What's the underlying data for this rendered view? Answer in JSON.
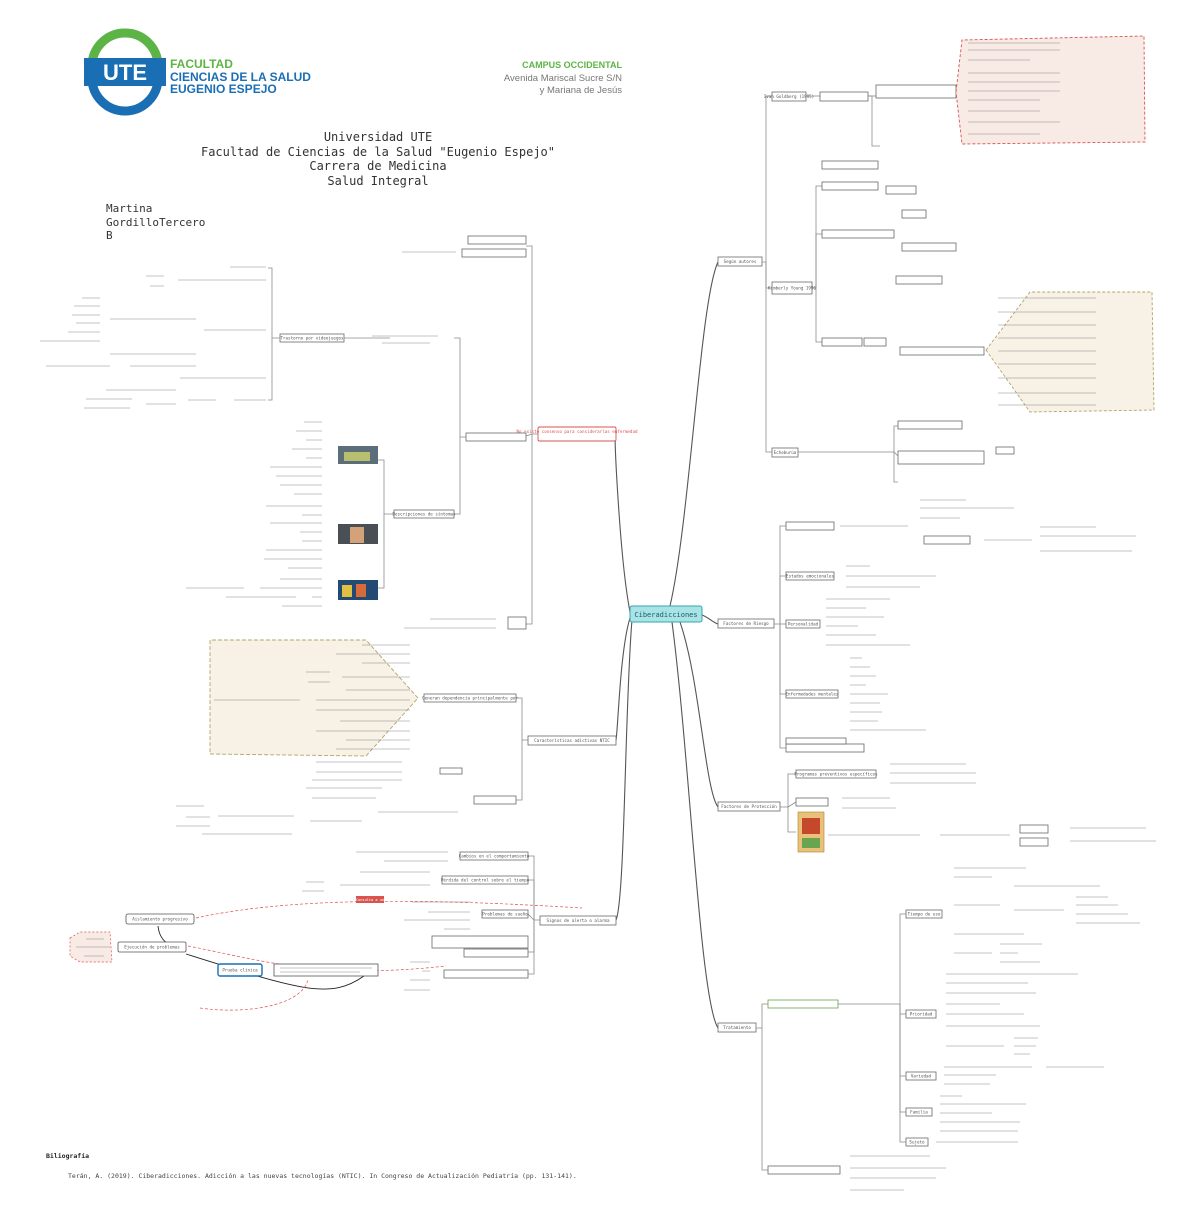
{
  "header": {
    "logo_letters": "UTE",
    "faculty_line1": "FACULTAD",
    "faculty_line2": "CIENCIAS DE LA SALUD",
    "faculty_line3": "EUGENIO ESPEJO",
    "campus": "CAMPUS OCCIDENTAL",
    "address_line1": "Avenida Mariscal Sucre S/N",
    "address_line2": "y Mariana de Jesús"
  },
  "title_block": {
    "line1": "Universidad UTE",
    "line2": "Facultad de Ciencias de la Salud \"Eugenio Espejo\"",
    "line3": "Carrera de Medicina",
    "line4": "Salud Integral"
  },
  "author": {
    "line1": "Martina",
    "line2": "GordilloTercero",
    "line3": "B"
  },
  "central_node": "Ciberadicciones",
  "branches": {
    "right": [
      "Según autores",
      "Factores de Riesgo",
      "Factores de Protección",
      "Tratamiento"
    ],
    "left": [
      "No existe consenso para considerarlas enfermedad",
      "Características adictivas NTIC",
      "Signos de alerta o alarma"
    ]
  },
  "right_sub": {
    "autores": [
      "Ivan Goldberg (1995)",
      "Kimberly Young 1996",
      "Echeburúa"
    ],
    "riesgo": [
      "Estados emocionales",
      "Personalidad",
      "Enfermedades mentales"
    ],
    "proteccion": [
      "Programas preventivos específicos"
    ],
    "tratamiento": [
      "Tiempo de uso",
      "Prioridad",
      "Variedad",
      "Familia",
      "Sujeto"
    ]
  },
  "left_sub": {
    "consenso": [
      "Trastorno por videojuegos",
      "Descripciones de síntomas"
    ],
    "caracteristicas": [
      "Generan dependencia principalmente por"
    ],
    "alerta": [
      "Cambios en el comportamiento",
      "Pérdida del control sobre el tiempo",
      "Problemas de sueño"
    ]
  },
  "left_notes": {
    "progressive": "Aislamiento progresivo",
    "tool": "Prueba clínica",
    "sub_problems": "Ejecución de problemas",
    "badge": "Consulta a un"
  },
  "bibliography": {
    "heading": "Biliografía",
    "reference": "Terán, A. (2019). Ciberadicciones. Adicción a las nuevas tecnologías (NTIC). In Congreso de Actualización Pediatría (pp. 131-141)."
  },
  "colors": {
    "logo_green": "#5db446",
    "logo_blue": "#1a6eb4",
    "central_fill": "#a8e3e6",
    "central_stroke": "#37a6b1",
    "alert_red": "#d9534f",
    "note_fill": "#f7f1e6",
    "note_stroke": "#b4a36c",
    "red_note_fill": "#f8ebe6",
    "tool_blue": "#1a6eb4"
  }
}
